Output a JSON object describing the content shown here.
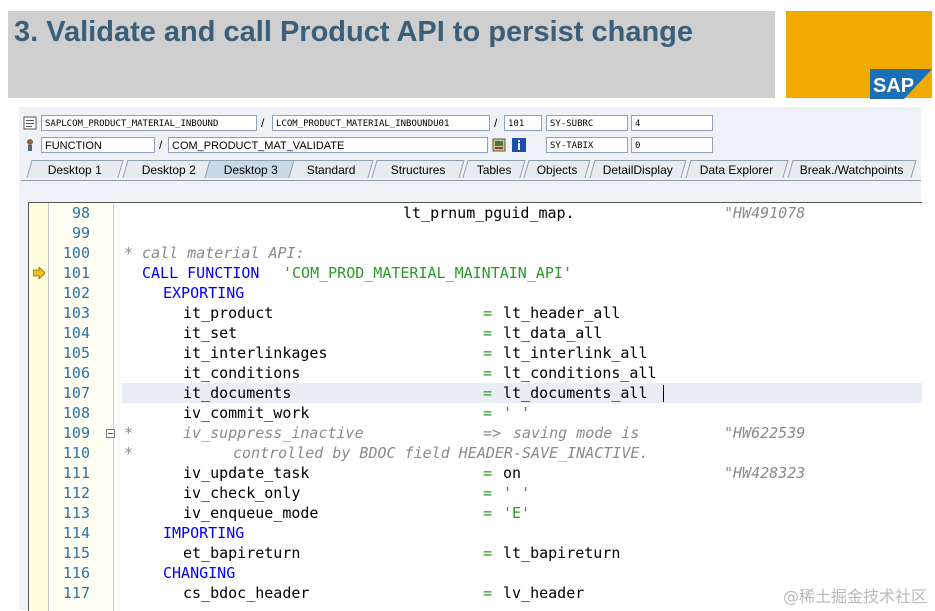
{
  "slide": {
    "title": "3. Validate and call Product API to persist change",
    "logo_text": "SAP",
    "watermark": "@稀土掘金技术社区"
  },
  "debugger": {
    "row1": {
      "program": "SAPLCOM_PRODUCT_MATERIAL_INBOUND",
      "include": "LCOM_PRODUCT_MATERIAL_INBOUNDU01",
      "line": "101",
      "var_name": "SY-SUBRC",
      "var_value": "4",
      "sep1": "/",
      "sep2": "/"
    },
    "row2": {
      "type": "FUNCTION",
      "name": "COM_PRODUCT_MAT_VALIDATE",
      "var_name": "SY-TABIX",
      "var_value": "0",
      "sep1": "/"
    },
    "tabs": [
      {
        "label": "Desktop 1"
      },
      {
        "label": "Desktop 2"
      },
      {
        "label": "Desktop 3"
      },
      {
        "label": "Standard"
      },
      {
        "label": "Structures"
      },
      {
        "label": "Tables"
      },
      {
        "label": "Objects"
      },
      {
        "label": "DetailDisplay"
      },
      {
        "label": "Data Explorer"
      },
      {
        "label": "Break./Watchpoints"
      }
    ],
    "active_tab": "Desktop 3",
    "current_line": "101",
    "code_lines": [
      {
        "num": "98",
        "text": "lt_prnum_pguid_map.",
        "comment": "\"HW491078"
      },
      {
        "num": "99",
        "text": ""
      },
      {
        "num": "100",
        "text": "* call material API:"
      },
      {
        "num": "101",
        "kw1": "CALL FUNCTION",
        "str": "'COM_PROD_MATERIAL_MAINTAIN_API'"
      },
      {
        "num": "102",
        "kw1": "EXPORTING"
      },
      {
        "num": "103",
        "param": "it_product",
        "eq": "=",
        "val": "lt_header_all"
      },
      {
        "num": "104",
        "param": "it_set",
        "eq": "=",
        "val": "lt_data_all"
      },
      {
        "num": "105",
        "param": "it_interlinkages",
        "eq": "=",
        "val": "lt_interlink_all"
      },
      {
        "num": "106",
        "param": "it_conditions",
        "eq": "=",
        "val": "lt_conditions_all"
      },
      {
        "num": "107",
        "param": "it_documents",
        "eq": "=",
        "val": "lt_documents_all"
      },
      {
        "num": "108",
        "param": "iv_commit_work",
        "eq": "=",
        "val": "' '"
      },
      {
        "num": "109",
        "star": "*",
        "param": "iv_suppress_inactive",
        "eq": "=>",
        "val": "saving mode is",
        "comment": "\"HW622539"
      },
      {
        "num": "110",
        "star": "*",
        "val": "controlled by BDOC field HEADER-SAVE_INACTIVE."
      },
      {
        "num": "111",
        "param": "iv_update_task",
        "eq": "=",
        "val": "on",
        "comment": "\"HW428323"
      },
      {
        "num": "112",
        "param": "iv_check_only",
        "eq": "=",
        "val": "' '"
      },
      {
        "num": "113",
        "param": "iv_enqueue_mode",
        "eq": "=",
        "val": "'E'"
      },
      {
        "num": "114",
        "kw1": "IMPORTING"
      },
      {
        "num": "115",
        "param": "et_bapireturn",
        "eq": "=",
        "val": "lt_bapireturn"
      },
      {
        "num": "116",
        "kw1": "CHANGING"
      },
      {
        "num": "117",
        "param": "cs_bdoc_header",
        "eq": "=",
        "val": "lv_header"
      }
    ]
  },
  "colors": {
    "title": "#3b5f78",
    "title_bg": "#cfcfcf",
    "logo_bg": "#f1ab00",
    "keyword": "#0000ff",
    "string": "#2a9a2a",
    "comment": "#8a8a8a",
    "line_number": "#2a72a8"
  }
}
